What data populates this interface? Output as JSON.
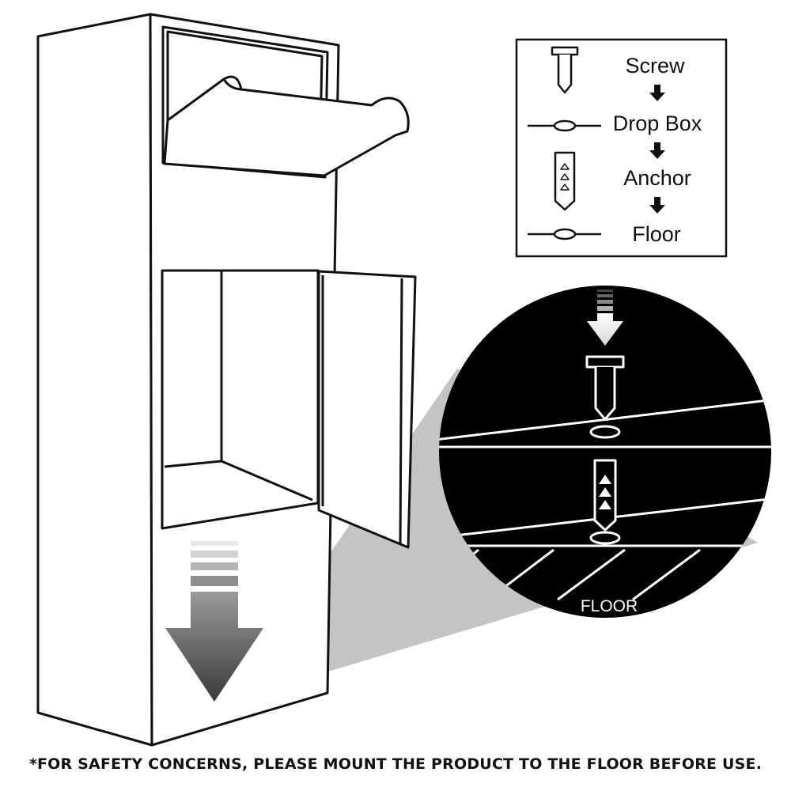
{
  "legend": {
    "items": [
      {
        "icon": "screw-icon",
        "label": "Screw"
      },
      {
        "icon": "drop-box-icon",
        "label": "Drop Box"
      },
      {
        "icon": "anchor-icon",
        "label": "Anchor"
      },
      {
        "icon": "floor-icon",
        "label": "Floor"
      }
    ]
  },
  "detail": {
    "floor_label": "FLOOR"
  },
  "footnote": "*FOR SAFETY CONCERNS, PLEASE MOUNT THE PRODUCT TO THE FLOOR BEFORE USE.",
  "colors": {
    "line": "#111111",
    "background": "#ffffff",
    "detail_circle": "#000000",
    "projection_beam": "#c4c4c4",
    "arrow_dark": "#3d3d3d"
  }
}
